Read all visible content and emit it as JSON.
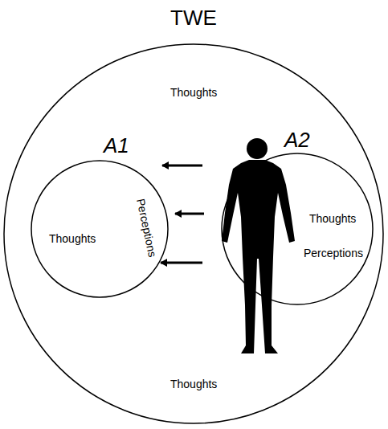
{
  "diagram": {
    "nodes": [
      {
        "text": [
          "TWE",
          "Thoughts",
          "Thoughts"
        ]
      },
      {
        "text": [
          "A1",
          "Thoughts",
          "Perceptions"
        ],
        "in": 0
      },
      {
        "text": [
          "A2",
          "Thoughts",
          "Perceptions"
        ],
        "in": 0
      }
    ]
  }
}
